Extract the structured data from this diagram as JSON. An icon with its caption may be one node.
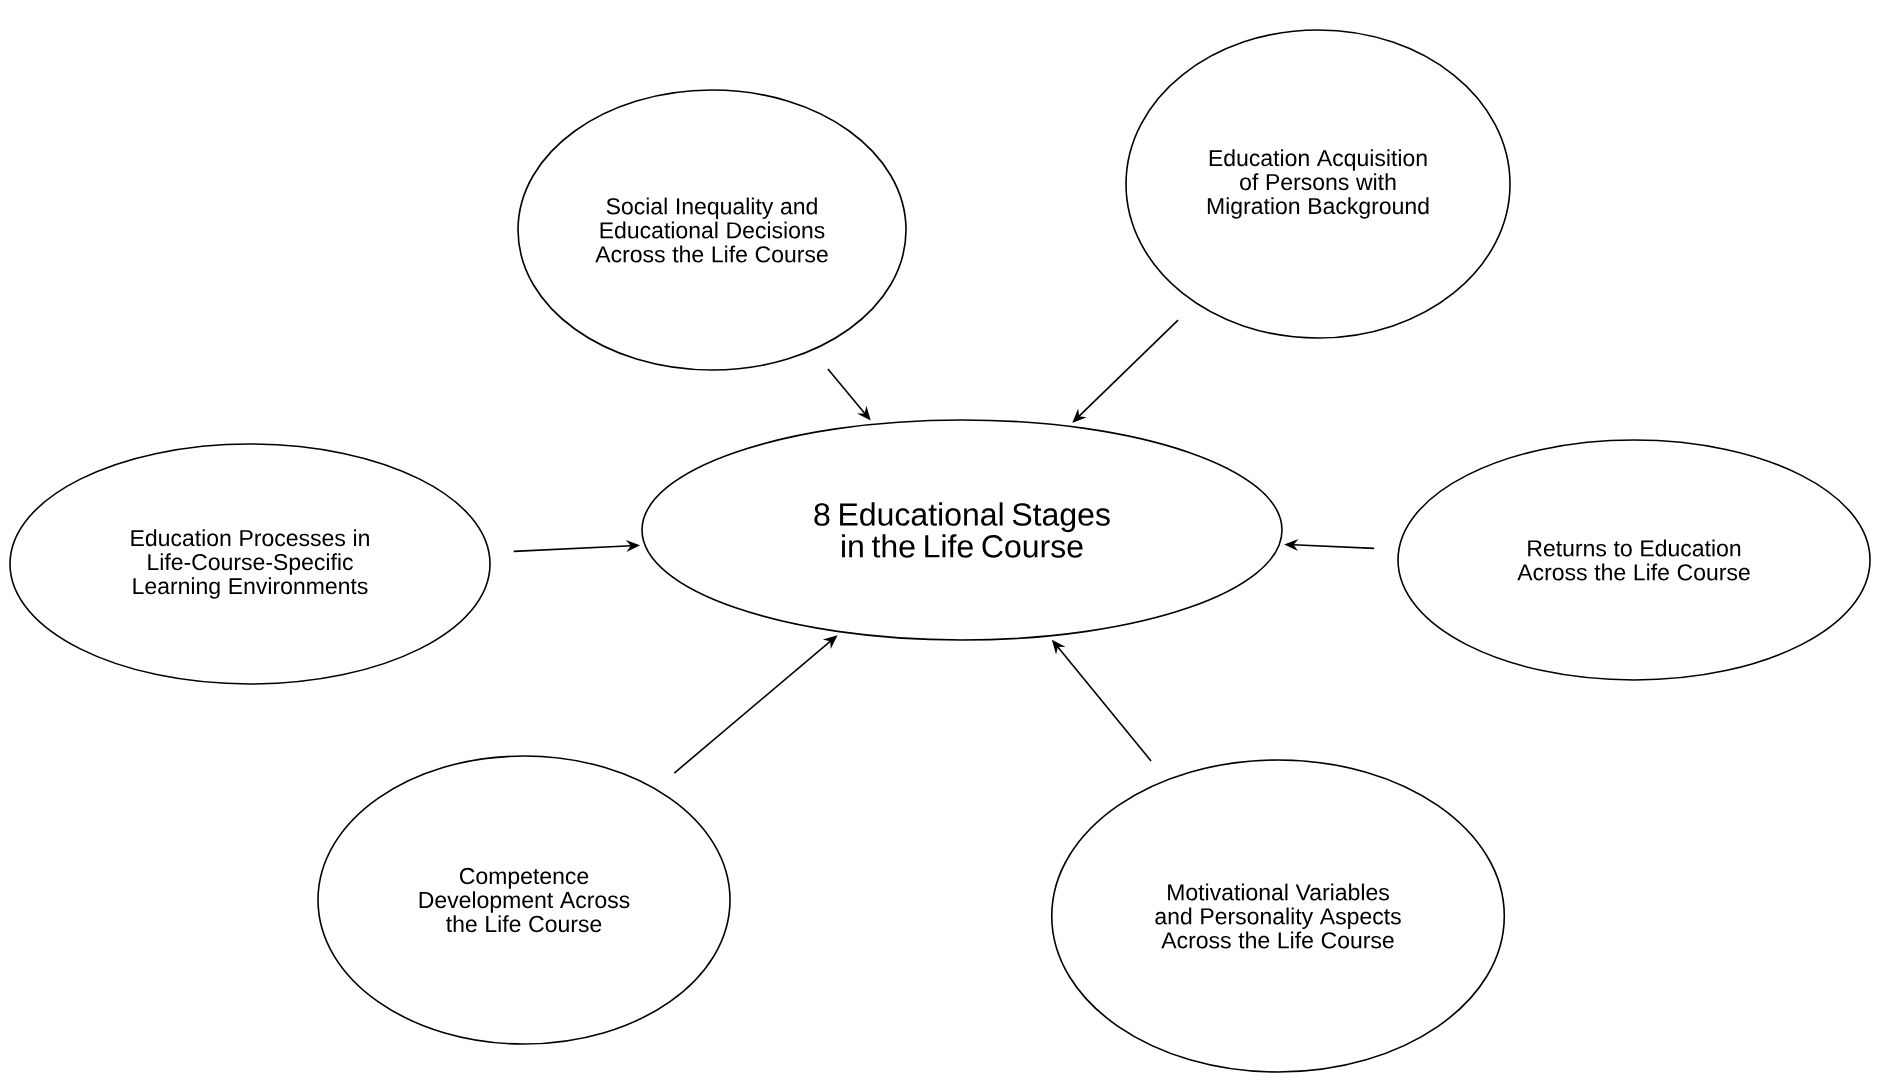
{
  "diagram": {
    "nodes": [
      {
        "text": [
          "Social Inequality and Educational Decisions Across the Life Course"
        ]
      },
      {
        "text": [
          "Education Acquisition of Persons with Migration Background"
        ]
      },
      {
        "text": [
          "Education Processes in Life-Course-Specific Learning Environments"
        ]
      },
      {
        "text": [
          "8 Educational Stages in the Life Course"
        ]
      },
      {
        "text": [
          "Returns to Education Across the Life Course"
        ]
      },
      {
        "text": [
          "Competence Development Across the Life Course"
        ]
      },
      {
        "text": [
          "Motivational Variables and Personality Aspects Across the Life Course"
        ]
      }
    ],
    "edges": [
      {
        "from": 0,
        "to": 3,
        "arrow": "to"
      },
      {
        "from": 1,
        "to": 3,
        "arrow": "to"
      },
      {
        "from": 2,
        "to": 3,
        "arrow": "to"
      },
      {
        "from": 4,
        "to": 3,
        "arrow": "to"
      },
      {
        "from": 5,
        "to": 3,
        "arrow": "to"
      },
      {
        "from": 6,
        "to": 3,
        "arrow": "to"
      }
    ]
  }
}
